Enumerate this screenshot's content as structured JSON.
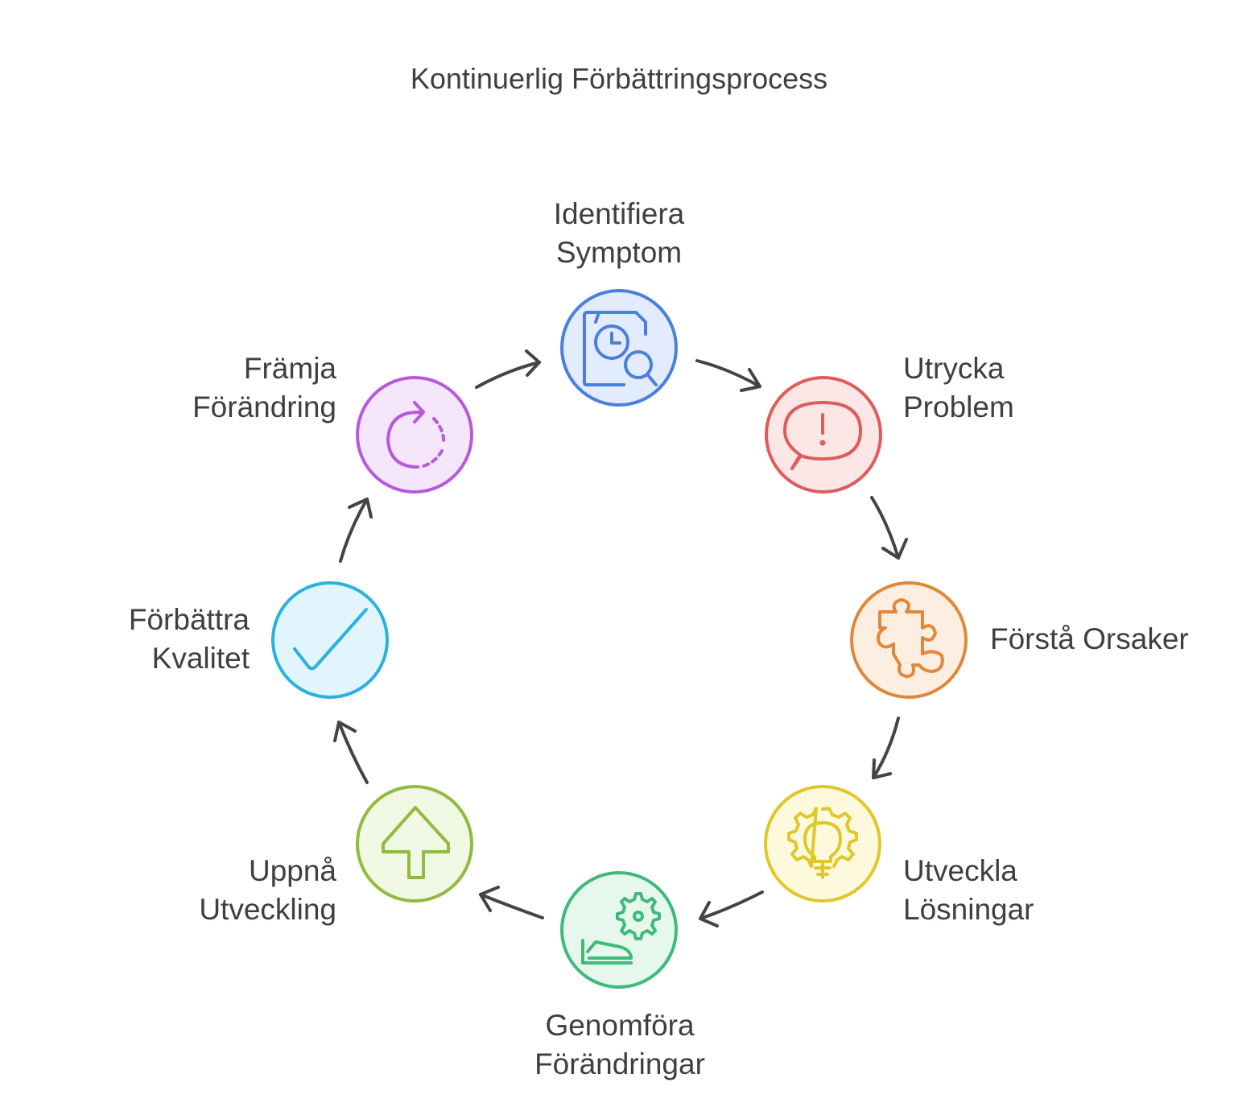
{
  "title": "Kontinuerlig Förbättringsprocess",
  "steps": [
    {
      "line1": "Identifiera",
      "line2": "Symptom",
      "icon": "document-search-icon",
      "stroke": "#4a7fdc",
      "fill": "#e3ecfc"
    },
    {
      "line1": "Utrycka",
      "line2": "Problem",
      "icon": "speech-bubble-exclamation-icon",
      "stroke": "#e05c5c",
      "fill": "#fce6e6"
    },
    {
      "line1": "Förstå Orsaker",
      "icon": "puzzle-piece-icon",
      "stroke": "#e0883a",
      "fill": "#fdeee2"
    },
    {
      "line1": "Utveckla",
      "line2": "Lösningar",
      "icon": "lightbulb-gear-icon",
      "stroke": "#e0c82a",
      "fill": "#fcf9dc"
    },
    {
      "line1": "Genomföra",
      "line2": "Förändringar",
      "icon": "gear-hand-icon",
      "stroke": "#3fba79",
      "fill": "#e6f7ee"
    },
    {
      "line1": "Uppnå",
      "line2": "Utveckling",
      "icon": "arrow-up-icon",
      "stroke": "#8fbc3e",
      "fill": "#f1f8e4"
    },
    {
      "line1": "Förbättra",
      "line2": "Kvalitet",
      "icon": "checkmark-icon",
      "stroke": "#2ab1de",
      "fill": "#e2f5fc"
    },
    {
      "line1": "Främja",
      "line2": "Förändring",
      "icon": "refresh-icon",
      "stroke": "#b659de",
      "fill": "#f6e6fc"
    }
  ]
}
